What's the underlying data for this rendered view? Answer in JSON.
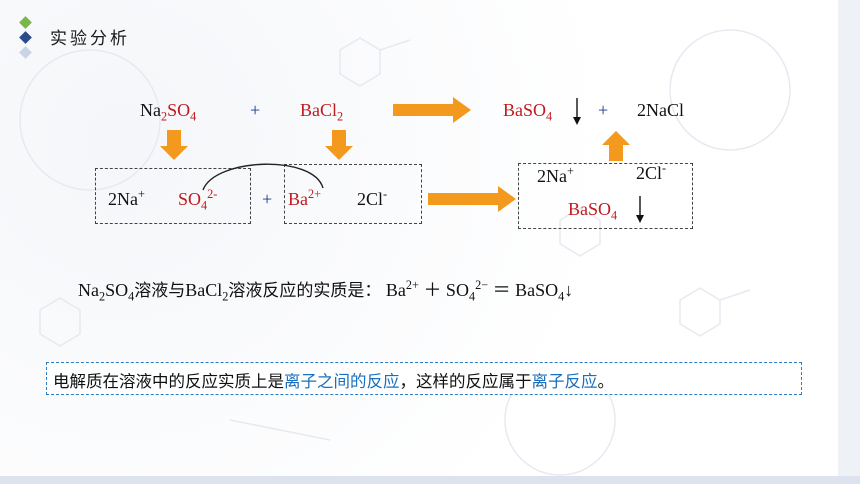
{
  "slide": {
    "section_title": "实验分析",
    "bullets": [
      {
        "color": "#7ab648"
      },
      {
        "color": "#2a4a8a"
      },
      {
        "color": "#c9d4e6"
      }
    ]
  },
  "equation": {
    "reactant1": "Na",
    "reactant1_sub": "2",
    "reactant1_b": "SO",
    "reactant1_sub2": "4",
    "plus1": "+",
    "reactant2": "BaCl",
    "reactant2_sub": "2",
    "product1": "BaSO",
    "product1_sub": "4",
    "plus2": "+",
    "product2": "2NaCl"
  },
  "ions_left": {
    "na": "2Na",
    "na_sup": "+",
    "so4": "SO",
    "so4_sub": "4",
    "so4_sup": "2-",
    "plus": "+",
    "ba": "Ba",
    "ba_sup": "2+",
    "cl": "2Cl",
    "cl_sup": "-"
  },
  "ions_right": {
    "na": "2Na",
    "na_sup": "+",
    "cl": "2Cl",
    "cl_sup": "-",
    "baso4": "BaSO",
    "baso4_sub": "4"
  },
  "essence": {
    "p1": "Na",
    "p1_sub": "2",
    "p2": "SO",
    "p2_sub": "4",
    "p3": "溶液与",
    "p4": "BaCl",
    "p4_sub": "2",
    "p5": "溶液反应的实质是：",
    "p6": "Ba",
    "p6_sup": "2+",
    "p7": " ＋ SO",
    "p7_sub": "4",
    "p7_sup": "2−",
    "p8": " ＝ BaSO",
    "p8_sub": "4",
    "p9": "↓"
  },
  "conclusion": {
    "c1": "电解质在溶液中的反应实质上是",
    "c2": "离子之间的反应",
    "c3": "，这样的反应属于",
    "c4": "离子反应",
    "c5": "。"
  },
  "colors": {
    "red": "#c0191e",
    "orange": "#f39a1e",
    "blue": "#1a6fbf",
    "box_blue": "#2b7bc4"
  }
}
